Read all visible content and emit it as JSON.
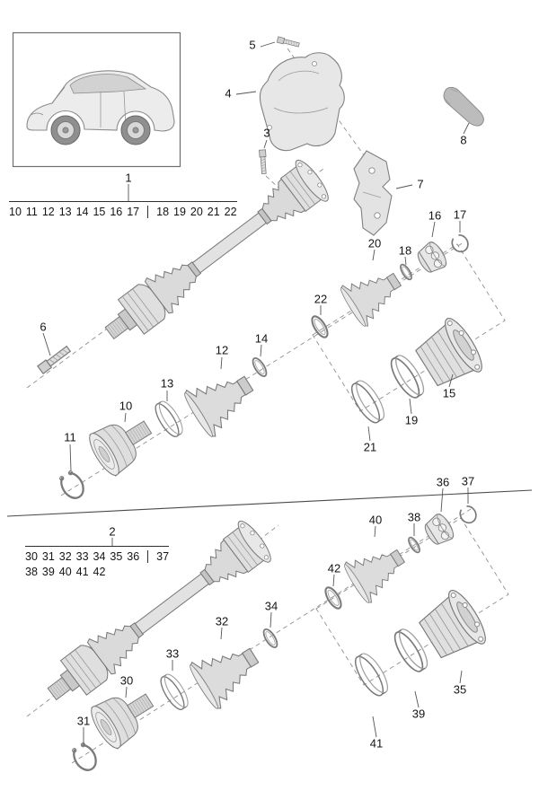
{
  "page": {
    "description": "Exploded parts diagram of front and rear drive shafts with vehicle thumbnail"
  },
  "callouts": {
    "c1": "1",
    "c2": "2",
    "c3": "3",
    "c4": "4",
    "c5": "5",
    "c6": "6",
    "c7": "7",
    "c8": "8",
    "c10": "10",
    "c11": "11",
    "c12": "12",
    "c13": "13",
    "c14": "14",
    "c15": "15",
    "c16": "16",
    "c17": "17",
    "c18": "18",
    "c19": "19",
    "c20": "20",
    "c21": "21",
    "c22": "22",
    "c30": "30",
    "c31": "31",
    "c32": "32",
    "c33": "33",
    "c34": "34",
    "c35": "35",
    "c36": "36",
    "c37": "37",
    "c38": "38",
    "c39": "39",
    "c40": "40",
    "c41": "41",
    "c42": "42"
  },
  "ref_tables": {
    "table1": {
      "group_a": "10 11 12 13 14 15 16 17",
      "group_b": "18 19 20 21 22"
    },
    "table2": {
      "group_a": "30 31 32 33 34 35 36",
      "group_b": "37",
      "group_c": "38 39 40 41 42"
    }
  },
  "colors": {
    "line": "#7a7a7a",
    "fill_light": "#e3e3e3",
    "dash_line": "#8f8f8f",
    "label_text": "#141414",
    "background": "#ffffff"
  }
}
